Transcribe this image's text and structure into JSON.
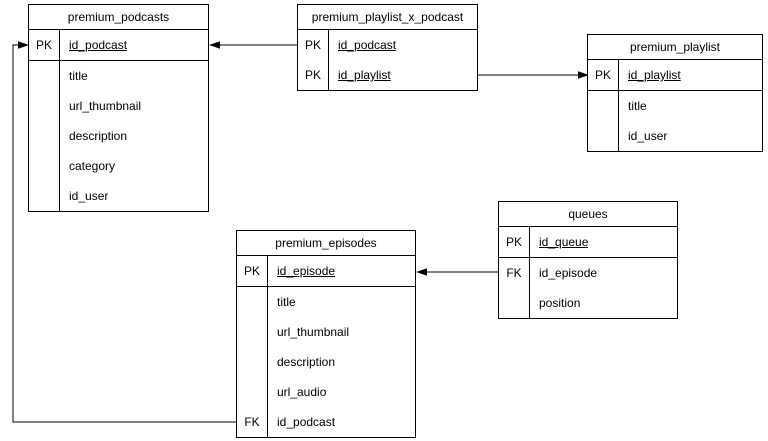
{
  "diagram": {
    "kind": "entity-relationship-diagram",
    "colors": {
      "background": "#ffffff",
      "line": "#000000",
      "text": "#000000"
    },
    "entities": [
      {
        "name": "premium_podcasts",
        "sections": [
          [
            {
              "key": "PK",
              "name": "id_podcast",
              "underline": true
            }
          ],
          [
            {
              "key": "",
              "name": "title"
            },
            {
              "key": "",
              "name": "url_thumbnail"
            },
            {
              "key": "",
              "name": "description"
            },
            {
              "key": "",
              "name": "category"
            },
            {
              "key": "",
              "name": "id_user"
            }
          ]
        ]
      },
      {
        "name": "premium_playlist_x_podcast",
        "sections": [
          [
            {
              "key": "PK",
              "name": "id_podcast",
              "underline": true
            },
            {
              "key": "PK",
              "name": "id_playlist",
              "underline": true
            }
          ]
        ]
      },
      {
        "name": "premium_playlist",
        "sections": [
          [
            {
              "key": "PK",
              "name": "id_playlist",
              "underline": true
            }
          ],
          [
            {
              "key": "",
              "name": "title"
            },
            {
              "key": "",
              "name": "id_user"
            }
          ]
        ]
      },
      {
        "name": "queues",
        "sections": [
          [
            {
              "key": "PK",
              "name": "id_queue",
              "underline": true
            }
          ],
          [
            {
              "key": "FK",
              "name": "id_episode"
            },
            {
              "key": "",
              "name": "position"
            }
          ]
        ]
      },
      {
        "name": "premium_episodes",
        "sections": [
          [
            {
              "key": "PK",
              "name": "id_episode",
              "underline": true
            }
          ],
          [
            {
              "key": "",
              "name": "title"
            },
            {
              "key": "",
              "name": "url_thumbnail"
            },
            {
              "key": "",
              "name": "description"
            },
            {
              "key": "",
              "name": "url_audio"
            },
            {
              "key": "FK",
              "name": "id_podcast"
            }
          ]
        ]
      }
    ],
    "relationships": [
      {
        "from": "premium_playlist_x_podcast.id_podcast",
        "to": "premium_podcasts.id_podcast"
      },
      {
        "from": "premium_playlist_x_podcast.id_playlist",
        "to": "premium_playlist.id_playlist"
      },
      {
        "from": "queues.id_episode",
        "to": "premium_episodes.id_episode"
      },
      {
        "from": "premium_episodes.id_podcast",
        "to": "premium_podcasts.id_podcast"
      }
    ]
  }
}
